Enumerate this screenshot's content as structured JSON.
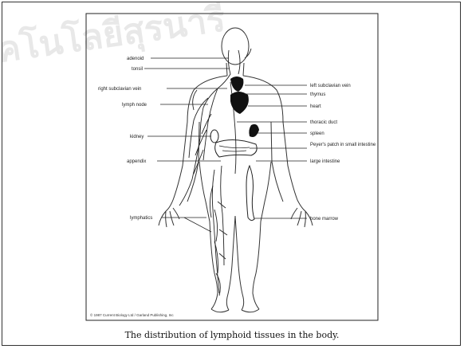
{
  "figure": {
    "labels_left": [
      "adenoid",
      "tonsil",
      "right subclavian vein",
      "lymph node",
      "kidney",
      "appendix",
      "lymphatics"
    ],
    "labels_right": [
      "left subclavian vein",
      "thymus",
      "heart",
      "thoracic duct",
      "spleen",
      "Peyer's patch in small intestine",
      "large intestine",
      "bone marrow"
    ],
    "copyright": "© 1987 Current Biology Ltd / Garland Publishing, Inc",
    "caption": "The distribution of lymphoid tissues in the body."
  },
  "watermark": {
    "text": "คโนโลยีสุรนารี"
  }
}
